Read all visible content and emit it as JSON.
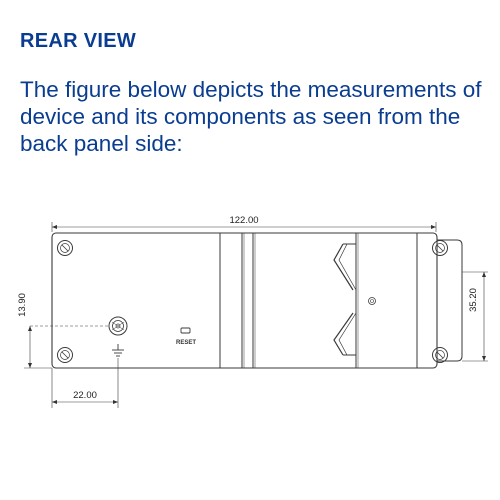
{
  "section": {
    "title": "REAR VIEW",
    "description": "The figure below depicts the measurements of device and its components as seen from the back panel side:"
  },
  "drawing": {
    "dimensions": {
      "width": "122.00",
      "height_left": "13.90",
      "height_right": "35.20",
      "bottom": "22.00"
    },
    "labels": {
      "reset": "RESET"
    }
  },
  "colors": {
    "heading": "#0a3d91",
    "line": "#3a3a3a"
  }
}
